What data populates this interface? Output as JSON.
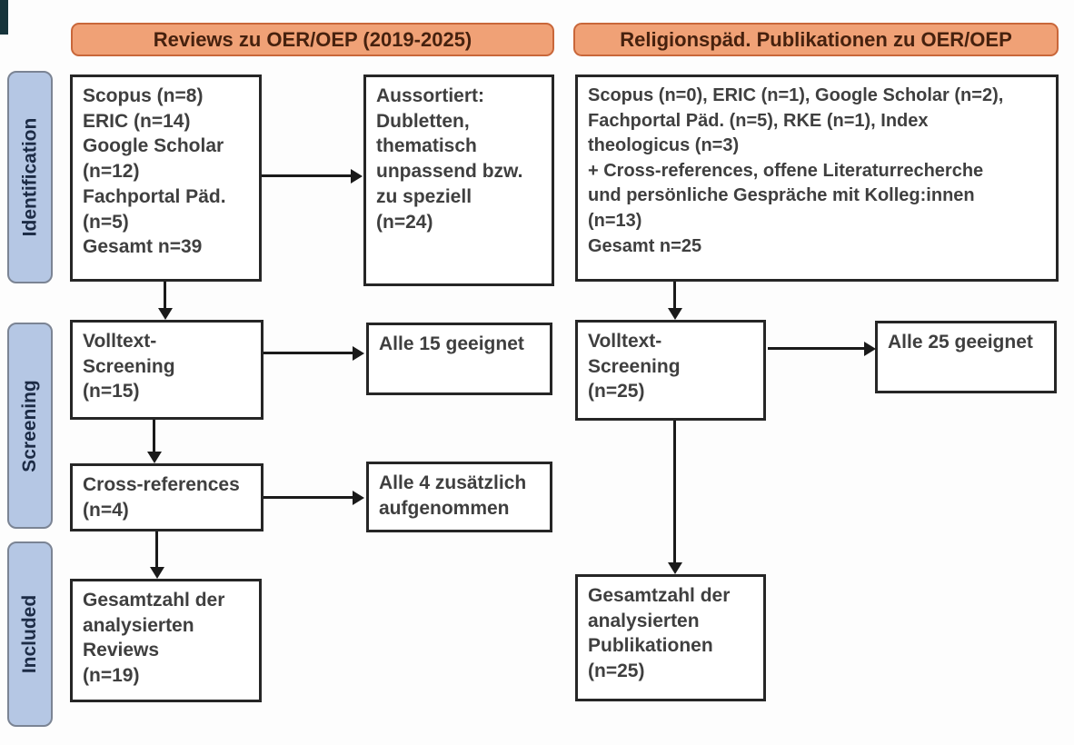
{
  "headers": {
    "left": "Reviews zu OER/OEP (2019-2025)",
    "right": "Religionspäd. Publikationen zu OER/OEP"
  },
  "stages": [
    {
      "label": "Identification"
    },
    {
      "label": "Screening"
    },
    {
      "label": "Included"
    }
  ],
  "boxes": {
    "left_identification": "Scopus (n=8)\nERIC (n=14)\nGoogle Scholar\n(n=12)\nFachportal Päd.\n(n=5)\nGesamt n=39",
    "sorted_out": "Aussortiert:\nDubletten,\nthematisch\nunpassend bzw.\nzu speziell\n(n=24)",
    "right_identification": "Scopus (n=0), ERIC (n=1), Google Scholar (n=2),\nFachportal Päd. (n=5), RKE (n=1), Index\ntheologicus (n=3)\n+ Cross-references, offene Literaturrecherche\nund persönliche Gespräche mit Kolleg:innen\n(n=13)\nGesamt n=25",
    "left_fulltext_screening": "Volltext-\nScreening\n(n=15)",
    "left_all_suitable": "Alle 15 geeignet",
    "right_fulltext_screening": "Volltext-\nScreening\n(n=25)",
    "right_all_suitable": "Alle 25 geeignet",
    "cross_references": "Cross-references\n(n=4)",
    "cross_ref_included": "Alle 4 zusätzlich\naufgenommen",
    "left_included_total": "Gesamtzahl der\nanalysierten\nReviews\n(n=19)",
    "right_included_total": "Gesamtzahl der\nanalysierten\nPublikationen\n(n=25)"
  },
  "colors": {
    "header_fill": "#f0a176",
    "header_border": "#c9673a",
    "header_text": "#46210e",
    "stage_fill": "#b5c7e4",
    "stage_border": "#7b8494",
    "stage_text": "#1c2b45",
    "box_border": "#262626",
    "box_text": "#3f3f3f",
    "arrow": "#1a1a1a"
  }
}
